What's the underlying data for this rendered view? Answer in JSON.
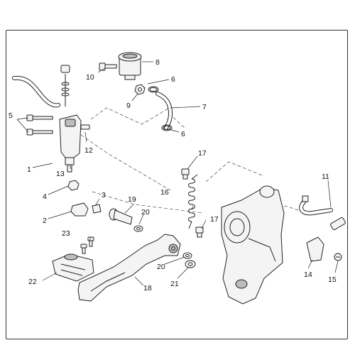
{
  "diagram": {
    "callouts": [
      {
        "id": "c1",
        "text": "1"
      },
      {
        "id": "c2",
        "text": "2"
      },
      {
        "id": "c3",
        "text": "3"
      },
      {
        "id": "c4",
        "text": "4"
      },
      {
        "id": "c5",
        "text": "5"
      },
      {
        "id": "c6a",
        "text": "6"
      },
      {
        "id": "c6b",
        "text": "6"
      },
      {
        "id": "c7",
        "text": "7"
      },
      {
        "id": "c8",
        "text": "8"
      },
      {
        "id": "c9",
        "text": "9"
      },
      {
        "id": "c10",
        "text": "10"
      },
      {
        "id": "c11",
        "text": "11"
      },
      {
        "id": "c12",
        "text": "12"
      },
      {
        "id": "c13",
        "text": "13"
      },
      {
        "id": "c14",
        "text": "14"
      },
      {
        "id": "c15",
        "text": "15"
      },
      {
        "id": "c16",
        "text": "16"
      },
      {
        "id": "c17a",
        "text": "17"
      },
      {
        "id": "c17b",
        "text": "17"
      },
      {
        "id": "c18",
        "text": "18"
      },
      {
        "id": "c19",
        "text": "19"
      },
      {
        "id": "c20a",
        "text": "20"
      },
      {
        "id": "c20b",
        "text": "20"
      },
      {
        "id": "c21",
        "text": "21"
      },
      {
        "id": "c22",
        "text": "22"
      },
      {
        "id": "c23",
        "text": "23"
      }
    ]
  }
}
